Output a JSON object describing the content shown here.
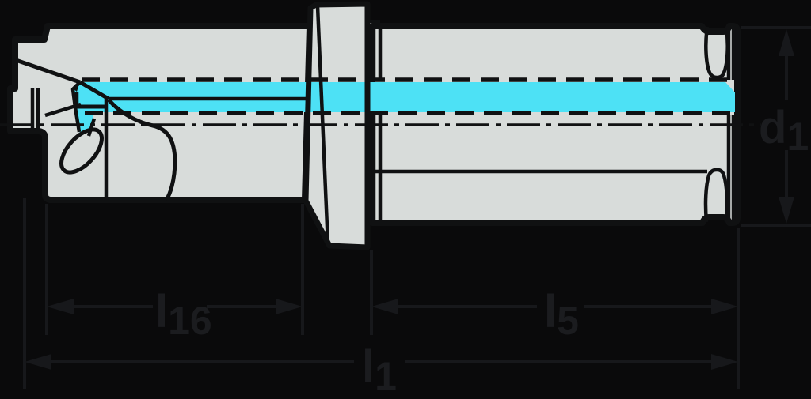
{
  "diagram": {
    "description": "Side-view cross-section drawing of an indexable insert drill with internal coolant channel",
    "labels": {
      "l16": {
        "main": "l",
        "sub": "16"
      },
      "l5": {
        "main": "l",
        "sub": "5"
      },
      "l1": {
        "main": "l",
        "sub": "1"
      },
      "d1": {
        "main": "d",
        "sub": "1"
      }
    },
    "colors": {
      "background": "#0a0a0b",
      "body": "#d8dcda",
      "coolant": "#4de1f5",
      "outline": "#101112",
      "dimension_line": "#17181b",
      "dimension_text": "#1b1c1f"
    }
  }
}
